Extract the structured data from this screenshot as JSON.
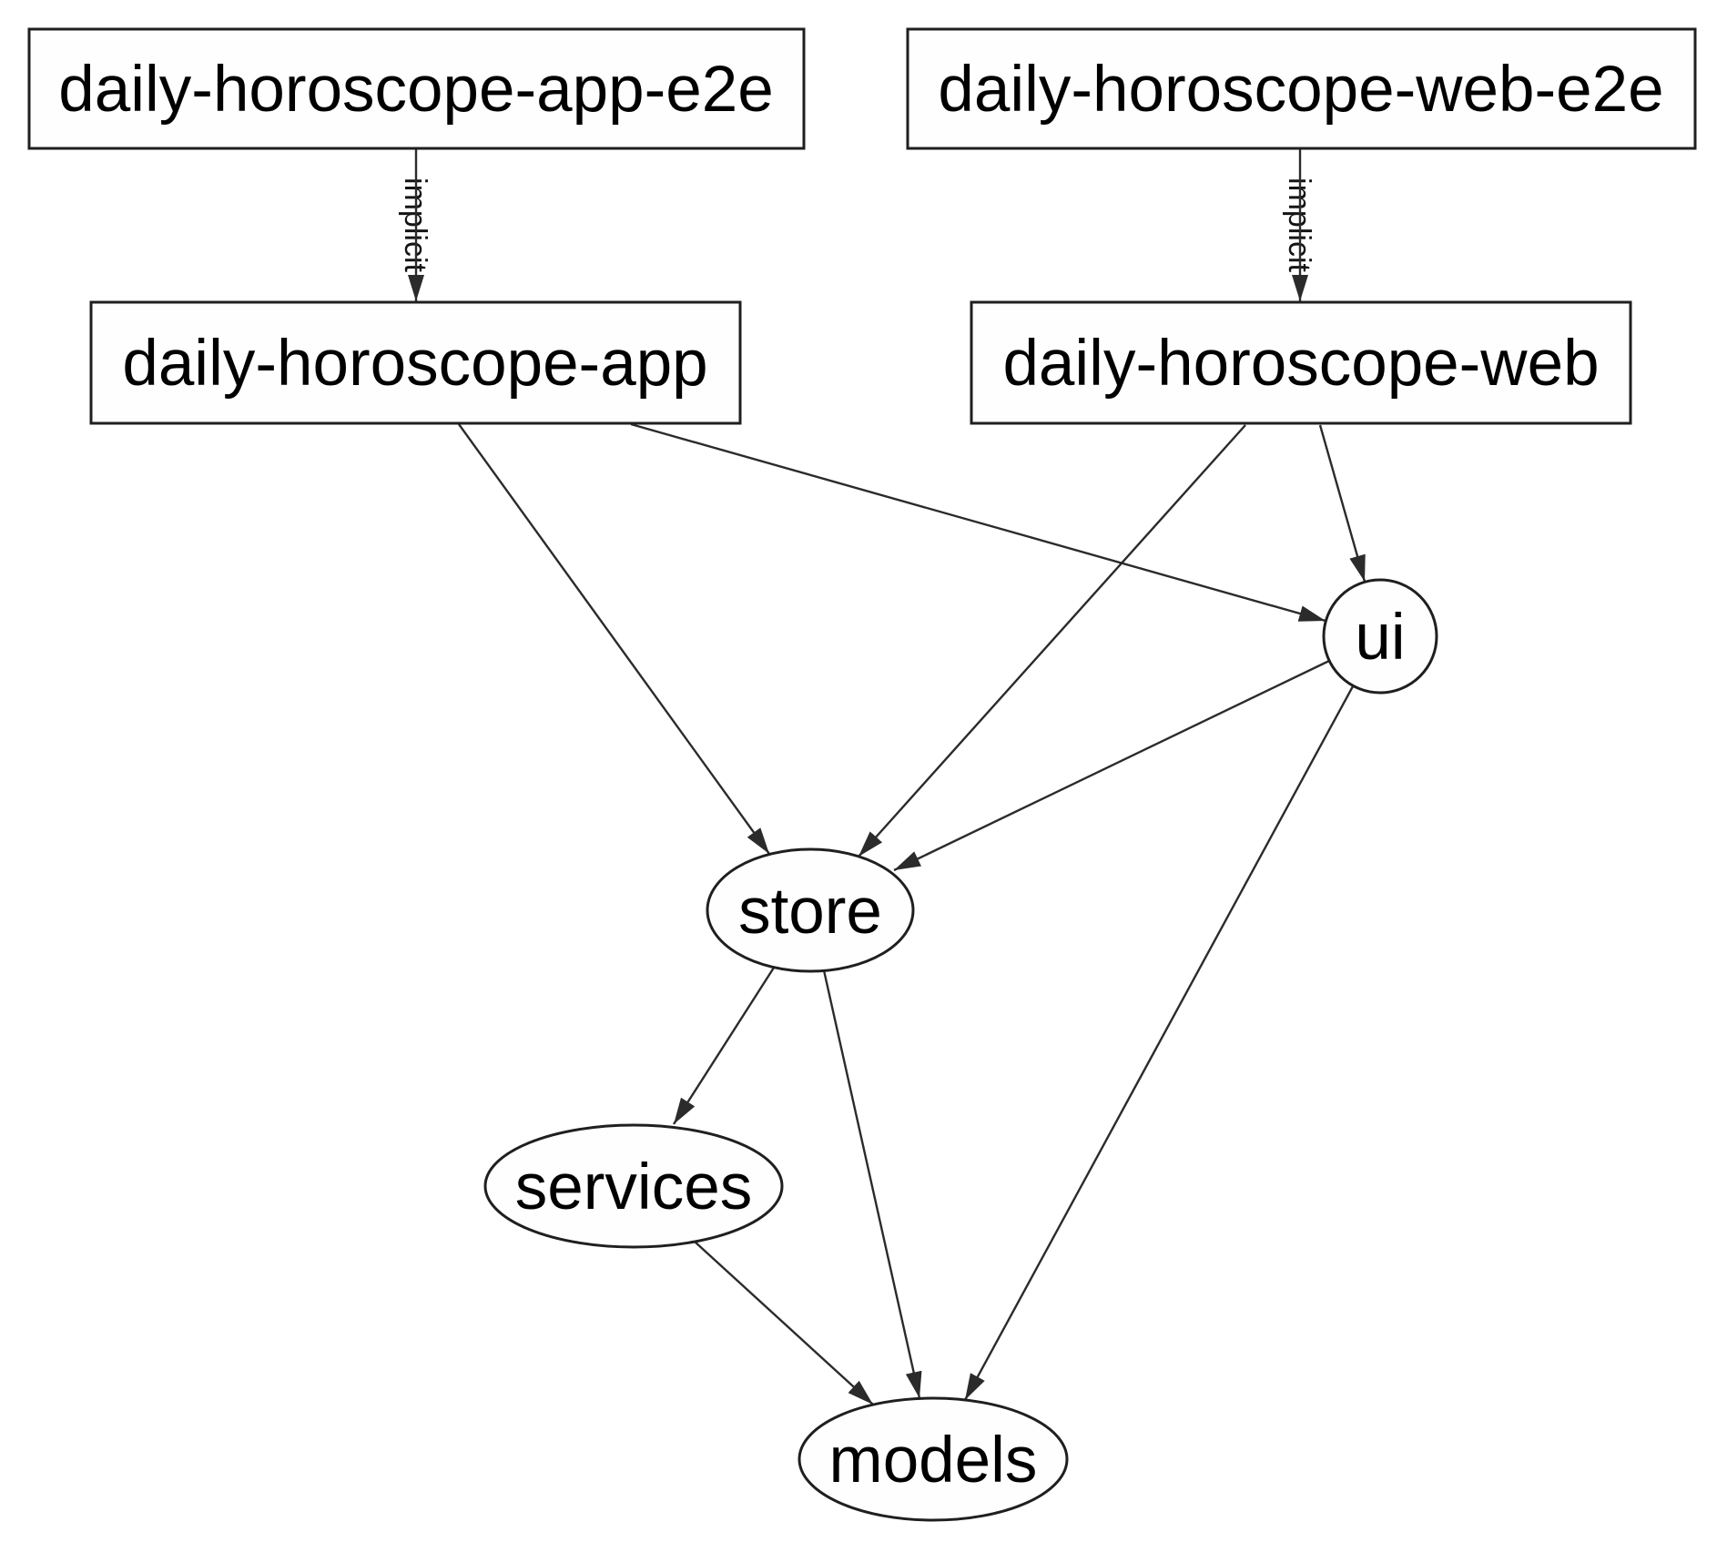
{
  "diagram": {
    "type": "dependency-graph",
    "colors": {
      "background": "#ffffff",
      "node_fill": "#fefefe",
      "node_border": "#1f1f1f",
      "edge": "#2b2b2b",
      "label": "#000000"
    },
    "nodes": [
      {
        "id": "daily-horoscope-app-e2e",
        "label": "daily-horoscope-app-e2e",
        "shape": "box"
      },
      {
        "id": "daily-horoscope-web-e2e",
        "label": "daily-horoscope-web-e2e",
        "shape": "box"
      },
      {
        "id": "daily-horoscope-app",
        "label": "daily-horoscope-app",
        "shape": "box"
      },
      {
        "id": "daily-horoscope-web",
        "label": "daily-horoscope-web",
        "shape": "box"
      },
      {
        "id": "ui",
        "label": "ui",
        "shape": "ellipse"
      },
      {
        "id": "store",
        "label": "store",
        "shape": "ellipse"
      },
      {
        "id": "services",
        "label": "services",
        "shape": "ellipse"
      },
      {
        "id": "models",
        "label": "models",
        "shape": "ellipse"
      }
    ],
    "edges": [
      {
        "from": "daily-horoscope-app-e2e",
        "to": "daily-horoscope-app",
        "label": "implicit"
      },
      {
        "from": "daily-horoscope-web-e2e",
        "to": "daily-horoscope-web",
        "label": "implicit"
      },
      {
        "from": "daily-horoscope-app",
        "to": "ui",
        "label": ""
      },
      {
        "from": "daily-horoscope-app",
        "to": "store",
        "label": ""
      },
      {
        "from": "daily-horoscope-web",
        "to": "ui",
        "label": ""
      },
      {
        "from": "daily-horoscope-web",
        "to": "store",
        "label": ""
      },
      {
        "from": "ui",
        "to": "store",
        "label": ""
      },
      {
        "from": "ui",
        "to": "models",
        "label": ""
      },
      {
        "from": "store",
        "to": "services",
        "label": ""
      },
      {
        "from": "store",
        "to": "models",
        "label": ""
      },
      {
        "from": "services",
        "to": "models",
        "label": ""
      }
    ]
  }
}
